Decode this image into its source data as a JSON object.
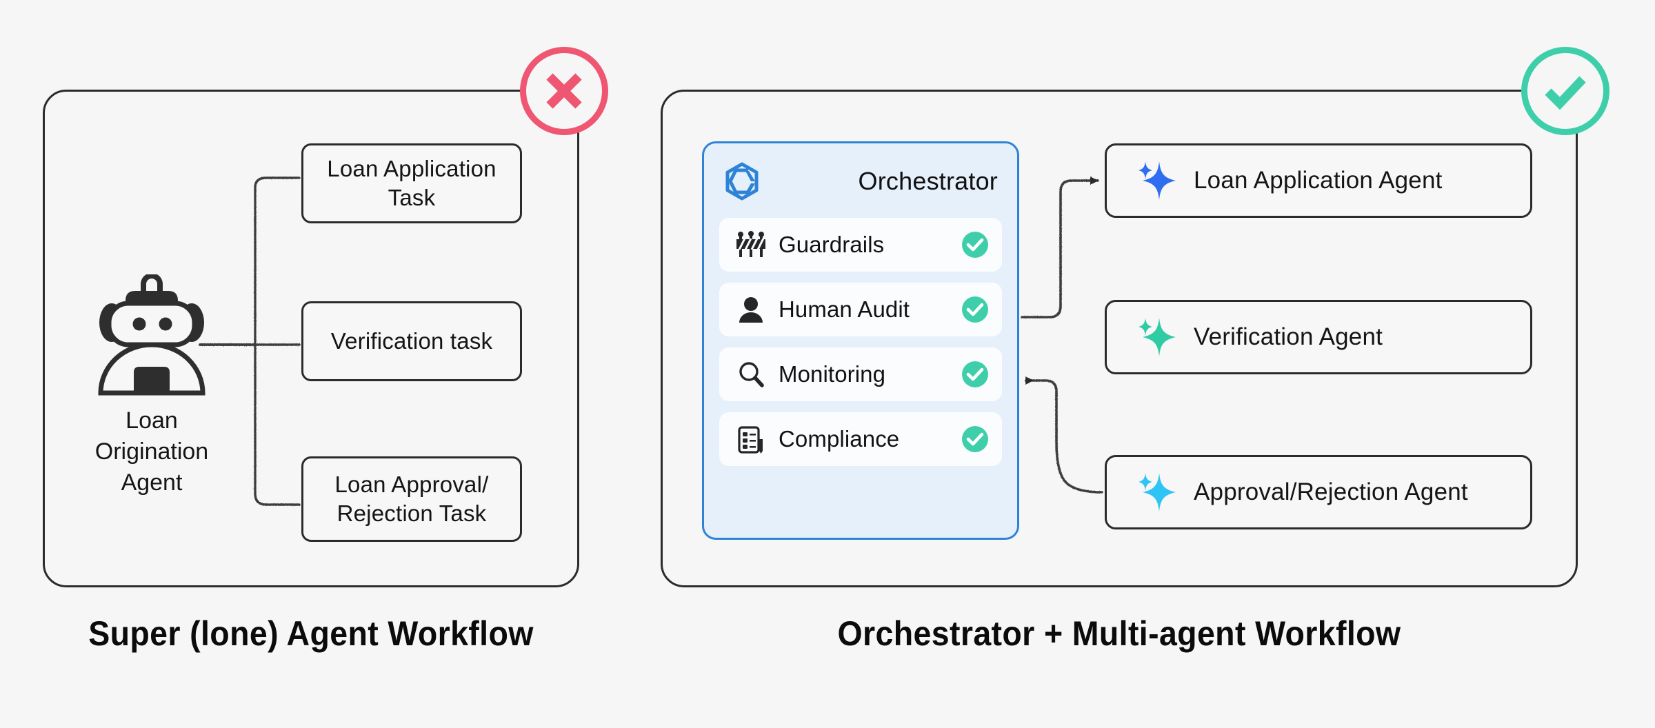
{
  "canvas": {
    "background": "#f6f6f6"
  },
  "left_panel": {
    "caption": "Super (lone) Agent Workflow",
    "badge": {
      "icon": "cross-circle-icon",
      "color": "#ef5671",
      "meaning": "not recommended"
    },
    "agent": {
      "icon": "robot-icon",
      "label": "Loan\nOrigination\nAgent",
      "label_lines": [
        "Loan",
        "Origination",
        "Agent"
      ]
    },
    "tasks": [
      {
        "label": "Loan Application Task",
        "lines": [
          "Loan Application",
          "Task"
        ]
      },
      {
        "label": "Verification task",
        "lines": [
          "Verification task"
        ]
      },
      {
        "label": "Loan Approval/Rejection Task",
        "lines": [
          "Loan Approval/",
          "Rejection Task"
        ]
      }
    ]
  },
  "right_panel": {
    "caption": "Orchestrator + Multi-agent Workflow",
    "badge": {
      "icon": "check-circle-icon",
      "color": "#3ecfaa",
      "meaning": "recommended"
    },
    "orchestrator": {
      "title": "Orchestrator",
      "logo_icon": "hexagon-c-logo-icon",
      "logo_color": "#2f83d6",
      "border_color": "#2f83d6",
      "background_color": "#e6f0fb",
      "rows": [
        {
          "label": "Guardrails",
          "icon": "barrier-icon",
          "status": "enabled",
          "status_icon": "check-badge-icon",
          "status_color": "#3ecfaa"
        },
        {
          "label": "Human Audit",
          "icon": "person-icon",
          "status": "enabled",
          "status_icon": "check-badge-icon",
          "status_color": "#3ecfaa"
        },
        {
          "label": "Monitoring",
          "icon": "magnifier-icon",
          "status": "enabled",
          "status_icon": "check-badge-icon",
          "status_color": "#3ecfaa"
        },
        {
          "label": "Compliance",
          "icon": "clipboard-checklist-icon",
          "status": "enabled",
          "status_icon": "check-badge-icon",
          "status_color": "#3ecfaa"
        }
      ]
    },
    "agents": [
      {
        "label": "Loan Application Agent",
        "icon": "sparkle-icon",
        "icon_color": "#2f6ef0"
      },
      {
        "label": "Verification Agent",
        "icon": "sparkle-icon",
        "icon_color": "#2fcba5"
      },
      {
        "label": "Approval/Rejection Agent",
        "icon": "sparkle-icon",
        "icon_color": "#2ec4f5"
      }
    ]
  }
}
